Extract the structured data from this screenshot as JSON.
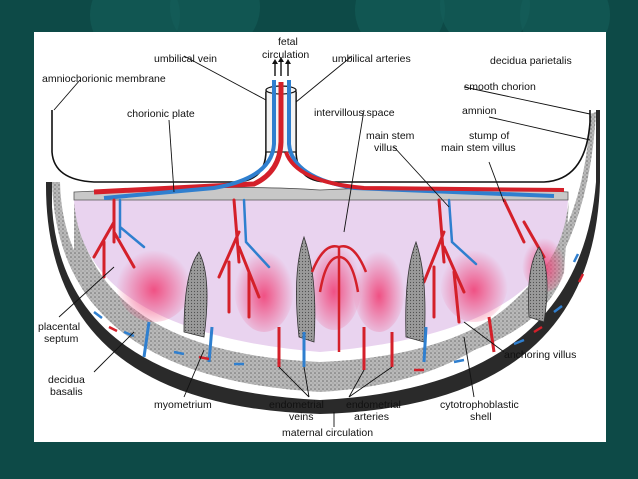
{
  "colors": {
    "background": "#0d4a47",
    "panel": "#ffffff",
    "artery": "#d4202a",
    "vein": "#2f7fcf",
    "intervillous": "#e9d3ef",
    "maternal_blood": "#f06a93",
    "decidua": "#9a9a9a"
  },
  "labels": {
    "fetal_circulation_1": "fetal",
    "fetal_circulation_2": "circulation",
    "umbilical_vein": "umbilical vein",
    "umbilical_arteries": "umbilical arteries",
    "decidua_parietalis": "decidua parietalis",
    "amniochorionic_membrane": "amniochorionic membrane",
    "smooth_chorion": "smooth chorion",
    "chorionic_plate": "chorionic plate",
    "intervillous_space": "intervillous.space",
    "amnion": "amnion",
    "main_stem_villus_1": "main stem",
    "main_stem_villus_2": "villus",
    "stump_1": "stump of",
    "stump_2": "main stem villus",
    "placental_septum_1": "placental",
    "placental_septum_2": "septum",
    "anchoring_villus": "anchoring villus",
    "decidua_basalis_1": "decidua",
    "decidua_basalis_2": "basalis",
    "myometrium": "myometrium",
    "endometrial_veins_1": "endometrial",
    "endometrial_veins_2": "veins",
    "endometrial_arteries_1": "endometrial",
    "endometrial_arteries_2": "arteries",
    "cytotrophoblastic_1": "cytotrophoblastic",
    "cytotrophoblastic_2": "shell",
    "maternal_circulation": "maternal circulation"
  }
}
